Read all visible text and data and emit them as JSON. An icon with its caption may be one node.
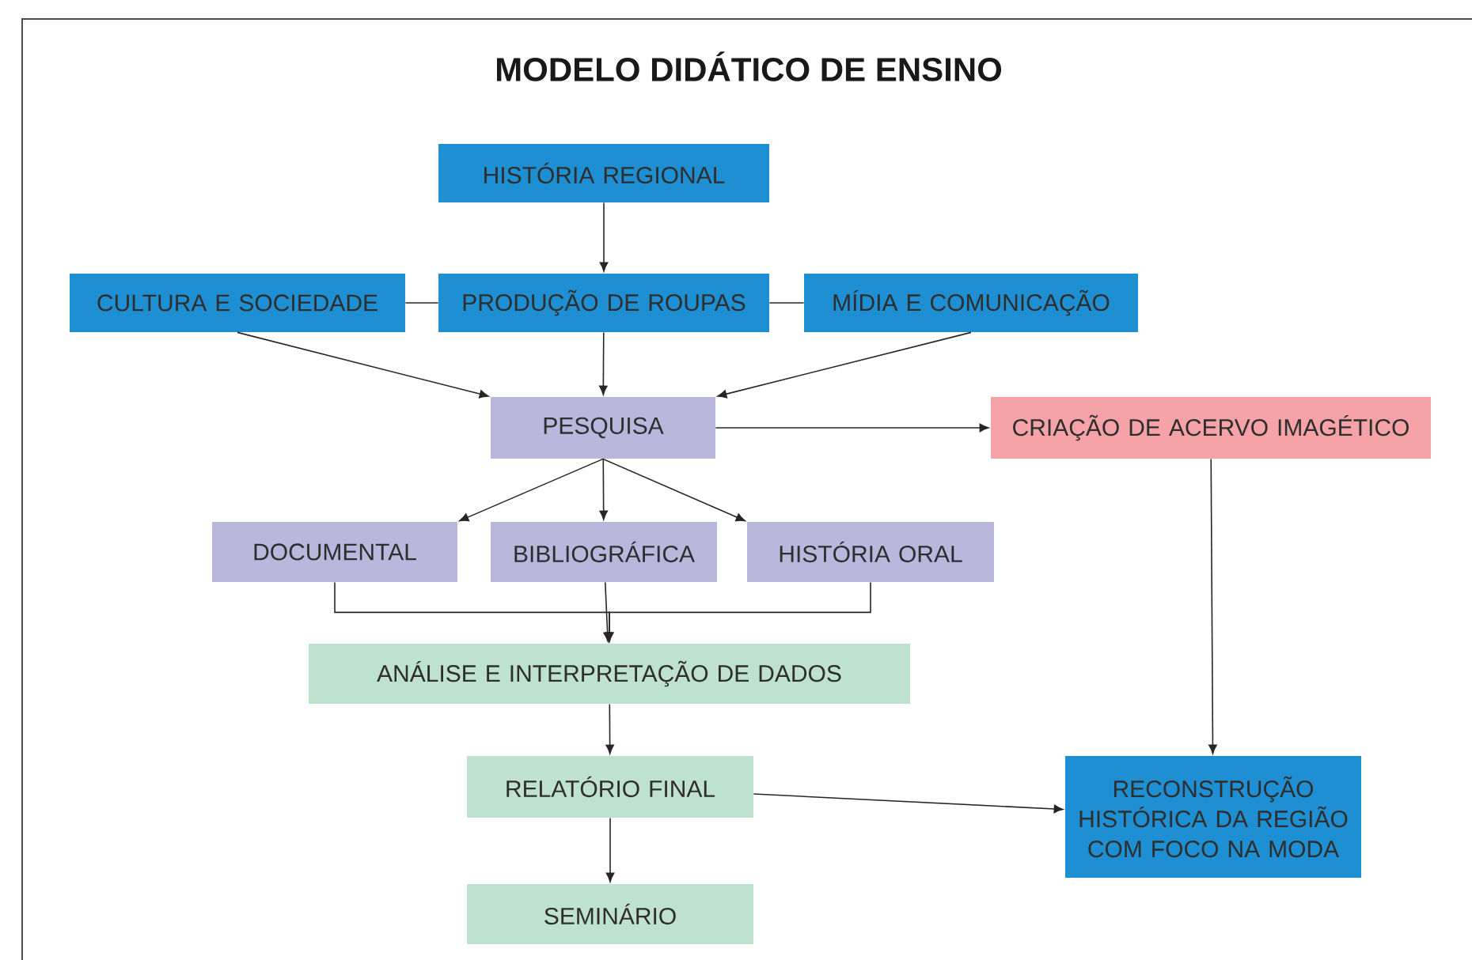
{
  "diagram": {
    "title": "MODELO DIDÁTICO DE ENSINO",
    "nodes": [
      {
        "text": [
          "HISTÓRIA REGIONAL"
        ]
      },
      {
        "text": [
          "CULTURA E SOCIEDADE"
        ]
      },
      {
        "text": [
          "PRODUÇÃO DE ROUPAS"
        ]
      },
      {
        "text": [
          "MÍDIA E COMUNICAÇÃO"
        ]
      },
      {
        "text": [
          "PESQUISA"
        ]
      },
      {
        "text": [
          "CRIAÇÃO DE ACERVO IMAGÉTICO"
        ]
      },
      {
        "text": [
          "DOCUMENTAL"
        ]
      },
      {
        "text": [
          "BIBLIOGRÁFICA"
        ]
      },
      {
        "text": [
          "HISTÓRIA ORAL"
        ]
      },
      {
        "text": [
          "ANÁLISE E INTERPRETAÇÃO DE DADOS"
        ]
      },
      {
        "text": [
          "RELATÓRIO FINAL"
        ]
      },
      {
        "text": [
          "SEMINÁRIO"
        ]
      },
      {
        "text": [
          "RECONSTRUÇÃO HISTÓRICA DA REGIÃO COM FOCO NA MODA"
        ]
      }
    ],
    "edges": [
      {
        "from": 0,
        "to": 2,
        "arrow": "to"
      },
      {
        "from": 1,
        "to": 2,
        "arrow": "none"
      },
      {
        "from": 2,
        "to": 3,
        "arrow": "none"
      },
      {
        "from": 1,
        "to": 4,
        "arrow": "to"
      },
      {
        "from": 2,
        "to": 4,
        "arrow": "to"
      },
      {
        "from": 3,
        "to": 4,
        "arrow": "to"
      },
      {
        "from": 4,
        "to": 5,
        "arrow": "to"
      },
      {
        "from": 4,
        "to": 6,
        "arrow": "to"
      },
      {
        "from": 4,
        "to": 7,
        "arrow": "to"
      },
      {
        "from": 4,
        "to": 8,
        "arrow": "to"
      },
      {
        "from": 6,
        "to": 9,
        "arrow": "to"
      },
      {
        "from": 7,
        "to": 9,
        "arrow": "to"
      },
      {
        "from": 8,
        "to": 9,
        "arrow": "to"
      },
      {
        "from": 9,
        "to": 10,
        "arrow": "to"
      },
      {
        "from": 10,
        "to": 11,
        "arrow": "to"
      },
      {
        "from": 10,
        "to": 12,
        "arrow": "to"
      },
      {
        "from": 5,
        "to": 12,
        "arrow": "to"
      }
    ]
  }
}
